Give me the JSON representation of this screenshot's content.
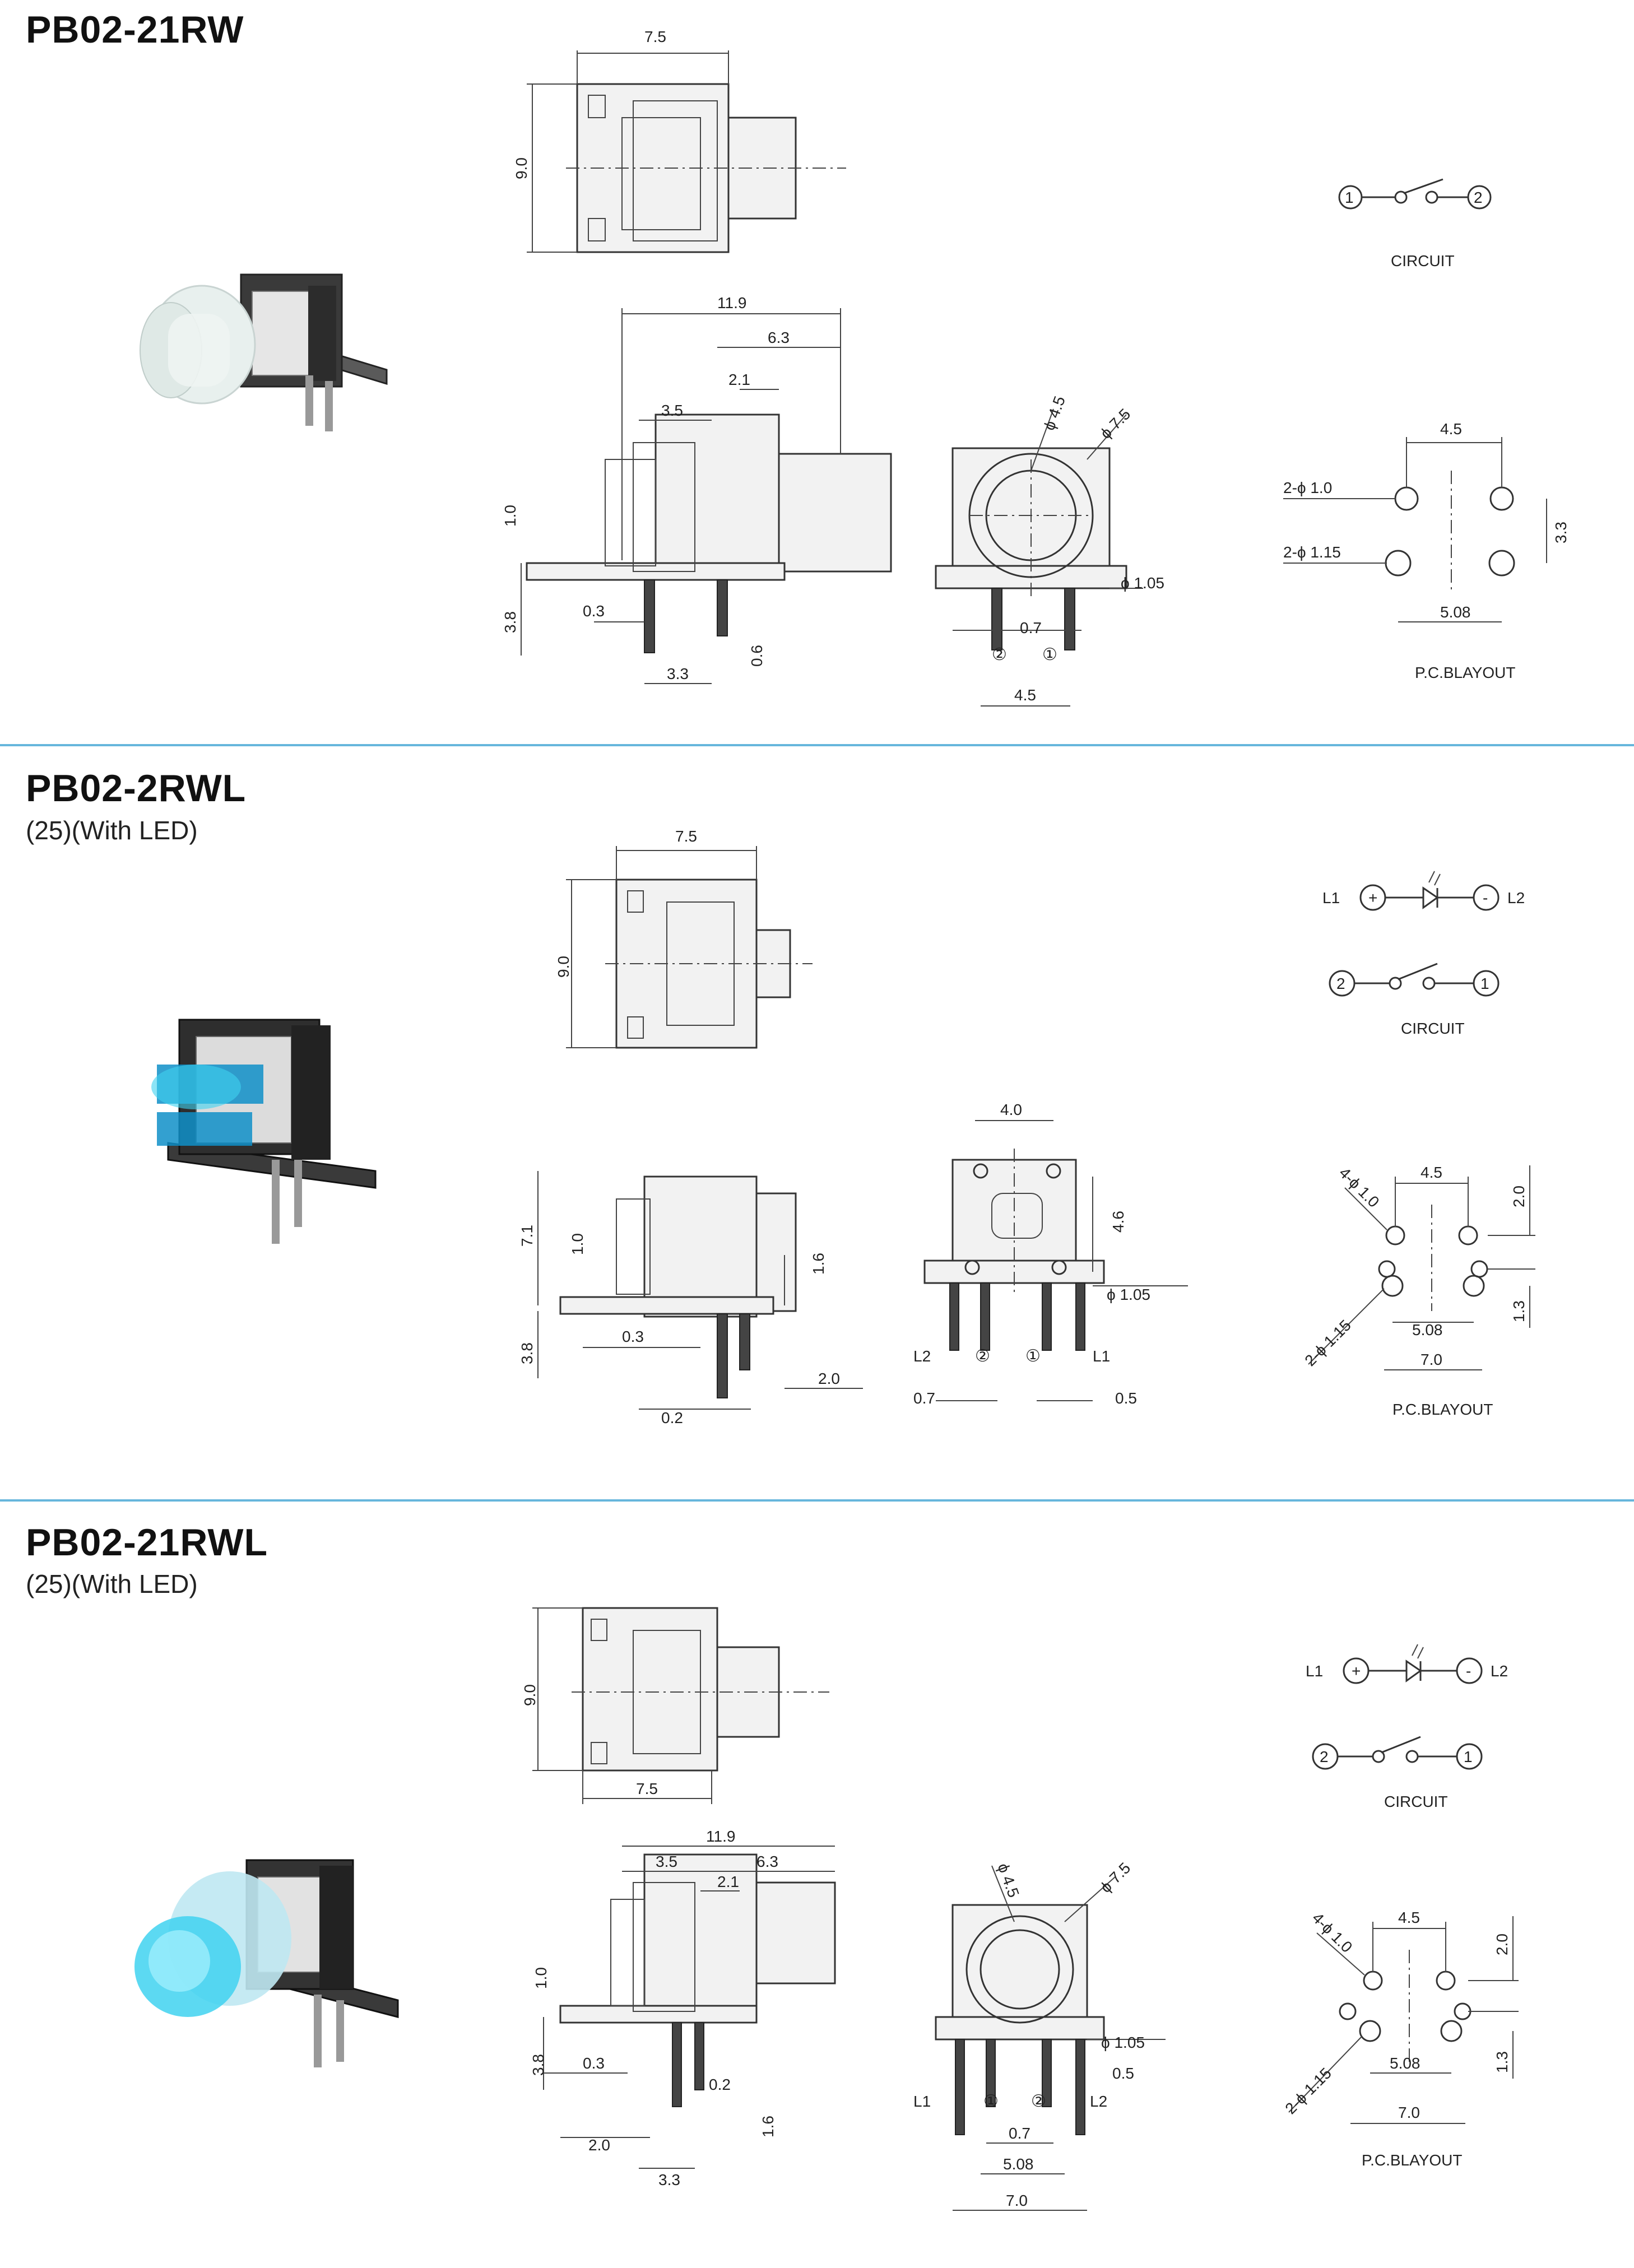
{
  "colors": {
    "divider": "#66b6dc",
    "led_glow": "#3fd2f0"
  },
  "sections": [
    {
      "title": "PB02-21RW",
      "subtitle": "",
      "top_dims": {
        "width": "7.5",
        "height": "9.0"
      },
      "side_dims": {
        "overall": "11.9",
        "d1": "6.3",
        "d2": "2.1",
        "d3": "3.5",
        "d4": "1.0",
        "d5": "3.8",
        "d6": "0.3",
        "d7": "0.6",
        "d8": "3.3"
      },
      "front_dims": {
        "d1": "ϕ 4.5",
        "d2": "ϕ 7.5",
        "d3": "ϕ 1.05",
        "d4": "0.7",
        "d5": "4.5",
        "pin1": "②",
        "pin2": "①"
      },
      "circuit": {
        "pin_a": "1",
        "pin_b": "2",
        "label": "CIRCUIT"
      },
      "layout": {
        "w": "4.5",
        "h": "3.3",
        "pitch": "5.08",
        "hole1": "2-ϕ 1.0",
        "hole2": "2-ϕ 1.15",
        "label": "P.C.BLAYOUT"
      }
    },
    {
      "title": "PB02-2RWL",
      "subtitle": "(25)(With  LED)",
      "top_dims": {
        "width": "7.5",
        "height": "9.0"
      },
      "side_dims": {
        "d1": "7.1",
        "d2": "1.0",
        "d3": "1.6",
        "d4": "3.8",
        "d5": "0.3",
        "d6": "2.0",
        "d7": "0.2"
      },
      "front_dims": {
        "d1": "4.0",
        "d2": "4.6",
        "d3": "ϕ 1.05",
        "d4": "0.7",
        "d5": "0.5",
        "l2": "L2",
        "pin2": "②",
        "pin1": "①",
        "l1": "L1"
      },
      "circuit": {
        "l1": "L1",
        "l2": "L2",
        "plus": "+",
        "minus": "-",
        "pin_a": "2",
        "pin_b": "1",
        "label": "CIRCUIT"
      },
      "layout": {
        "hole1": "4-ϕ 1.0",
        "w": "4.5",
        "h1": "2.0",
        "hole2": "2-ϕ 1.15",
        "pitch": "5.08",
        "w2": "7.0",
        "h2": "1.3",
        "label": "P.C.BLAYOUT"
      }
    },
    {
      "title": "PB02-21RWL",
      "subtitle": "(25)(With  LED)",
      "top_dims": {
        "width": "7.5",
        "height": "9.0"
      },
      "side_dims": {
        "overall": "11.9",
        "d1": "3.5",
        "d2": "6.3",
        "d3": "2.1",
        "d4": "1.0",
        "d5": "3.8",
        "d6": "0.3",
        "d7": "0.2",
        "d8": "2.0",
        "d9": "1.6",
        "d10": "3.3"
      },
      "front_dims": {
        "d1": "ϕ 4.5",
        "d2": "ϕ 7.5",
        "d3": "ϕ 1.05",
        "d4": "0.5",
        "l1": "L1",
        "pin1": "①",
        "pin2": "②",
        "l2": "L2",
        "d5": "0.7",
        "d6": "5.08",
        "d7": "7.0"
      },
      "circuit": {
        "l1": "L1",
        "l2": "L2",
        "plus": "+",
        "minus": "-",
        "pin_a": "2",
        "pin_b": "1",
        "label": "CIRCUIT"
      },
      "layout": {
        "hole1": "4-ϕ 1.0",
        "w": "4.5",
        "h1": "2.0",
        "hole2": "2-ϕ 1.15",
        "pitch": "5.08",
        "w2": "7.0",
        "h2": "1.3",
        "label": "P.C.BLAYOUT"
      }
    }
  ]
}
